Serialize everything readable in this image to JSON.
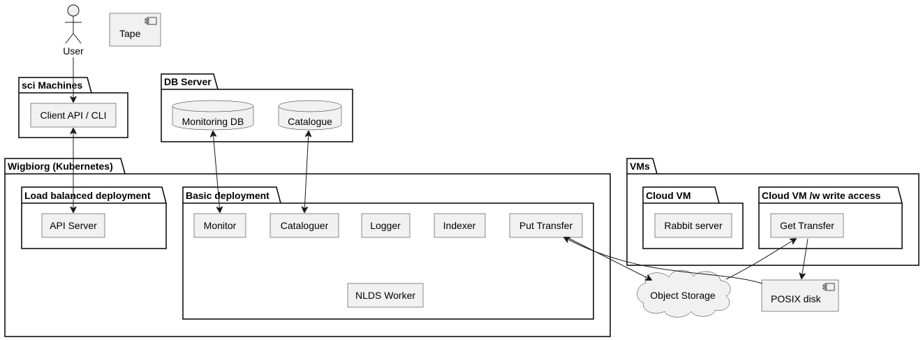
{
  "actor": {
    "label": "User"
  },
  "packages": {
    "sci": {
      "title": "sci Machines"
    },
    "db": {
      "title": "DB Server"
    },
    "wig": {
      "title": "Wigbiorg (Kubernetes)"
    },
    "lb": {
      "title": "Load balanced deployment"
    },
    "basic": {
      "title": "Basic deployment"
    },
    "vms": {
      "title": "VMs"
    },
    "cloud": {
      "title": "Cloud VM"
    },
    "cloudw": {
      "title": "Cloud VM  /w write access"
    }
  },
  "nodes": {
    "tape": "Tape",
    "client": "Client API / CLI",
    "monitoring_db": "Monitoring DB",
    "catalogue": "Catalogue",
    "api_server": "API Server",
    "monitor": "Monitor",
    "cataloguer": "Cataloguer",
    "logger": "Logger",
    "indexer": "Indexer",
    "put_transfer": "Put Transfer",
    "nlds_worker": "NLDS Worker",
    "rabbit": "Rabbit server",
    "get_transfer": "Get Transfer",
    "object_storage": "Object Storage",
    "posix": "POSIX disk"
  },
  "colors": {
    "node_fill": "#f1f1f1",
    "stroke": "#181818",
    "background": "#ffffff"
  }
}
